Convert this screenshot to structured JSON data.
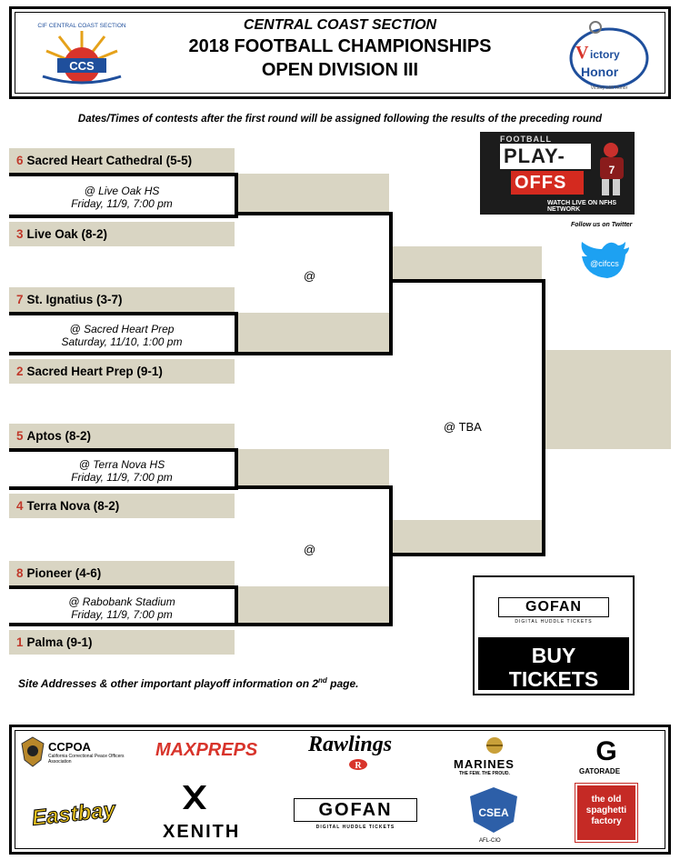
{
  "header": {
    "subtitle": "CENTRAL COAST SECTION",
    "title": "2018 FOOTBALL CHAMPIONSHIPS",
    "division": "OPEN DIVISION III",
    "ccs_logo_text": "CCS",
    "ccs_ring_text": "CIF CENTRAL COAST SECTION",
    "victory_logo_text": "Victory with Honor"
  },
  "note": "Dates/Times of contests after the first round will be assigned following the results of the preceding round",
  "bracket": {
    "games": [
      {
        "top": {
          "seed": "6",
          "name": "Sacred Heart Cathedral (5-5)"
        },
        "venue": "@ Live Oak HS",
        "time": "Friday, 11/9, 7:00 pm",
        "bottom": {
          "seed": "3",
          "name": "Live Oak (8-2)"
        }
      },
      {
        "top": {
          "seed": "7",
          "name": "St. Ignatius (3-7)"
        },
        "venue": "@ Sacred Heart Prep",
        "time": "Saturday, 11/10, 1:00 pm",
        "bottom": {
          "seed": "2",
          "name": "Sacred Heart Prep (9-1)"
        }
      },
      {
        "top": {
          "seed": "5",
          "name": "Aptos (8-2)"
        },
        "venue": "@ Terra Nova HS",
        "time": "Friday, 11/9, 7:00 pm",
        "bottom": {
          "seed": "4",
          "name": "Terra Nova (8-2)"
        }
      },
      {
        "top": {
          "seed": "8",
          "name": "Pioneer (4-6)"
        },
        "venue": "@ Rabobank Stadium",
        "time": "Friday, 11/9, 7:00 pm",
        "bottom": {
          "seed": "1",
          "name": "Palma (9-1)"
        }
      }
    ],
    "semi_venues": [
      "@",
      "@"
    ],
    "final_venue": "@ TBA"
  },
  "playoffs_promo": {
    "football": "FOOTBALL",
    "play": "PLAY-",
    "offs": "OFFS",
    "watch": "WATCH LIVE ON NFHS NETWORK"
  },
  "twitter": {
    "follow": "Follow us on Twitter",
    "handle": "@cifccs"
  },
  "tickets": {
    "brand": "GOFAN",
    "tagline": "DIGITAL HUDDLE TICKETS",
    "buy_line1": "BUY",
    "buy_line2": "TICKETS"
  },
  "site_note": {
    "before": "Site Addresses & other important playoff information on 2",
    "sup": "nd",
    "after": " page."
  },
  "sponsors": {
    "ccpoa": "CCPOA",
    "ccpoa_sub": "California Correctional Peace Officers Association",
    "maxpreps": "MAXPREPS",
    "rawlings": "Rawlings",
    "marines": "MARINES",
    "marines_sub": "THE FEW. THE PROUD.",
    "gatorade": "GATORADE",
    "eastbay": "Eastbay",
    "xenith": "XENITH",
    "gofan": "GOFAN",
    "gofan_sub": "DIGITAL HUDDLE TICKETS",
    "csea": "CSEA",
    "csea_sub": "AFL-CIO",
    "spaghetti": "the old spaghetti factory"
  },
  "colors": {
    "slot": "#d9d5c3",
    "seed": "#c0392b",
    "playoffs_red": "#d42a1f",
    "twitter": "#1da1f2"
  }
}
